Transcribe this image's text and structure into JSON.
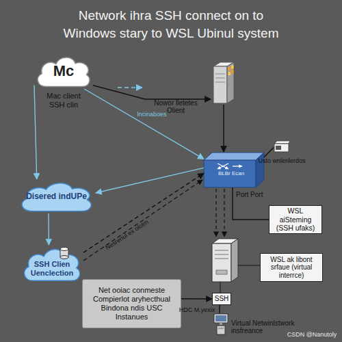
{
  "diagram": {
    "title": "Network ihra SSH connect on to Windows stary to WSL Ubinul system",
    "nodes": [
      {
        "text": [
          "Mc",
          "Mac client SSH clin"
        ]
      },
      {
        "text": [
          "Nowor lletetes Olient"
        ]
      },
      {
        "text": [
          "BLBr Ecan",
          "Port Port"
        ]
      },
      {
        "text": [
          "Usto wnlenlerdos"
        ]
      },
      {
        "text": [
          "Disered indUPe"
        ]
      },
      {
        "text": [
          "WSL aiSteming (SSH ufaks)"
        ]
      },
      {
        "text": [
          "SSH Clien Uenclection"
        ]
      },
      {
        "text": [
          "WSL ak libont srfaue (virtual interrce)"
        ]
      },
      {
        "text": [
          "Net ooiac conmeste Compierlot aryhecthual Bindona ndis USC Instanues"
        ]
      },
      {
        "text": [
          "SSH"
        ]
      },
      {
        "text": [
          "Virtual Netwinlstwork insfreance"
        ]
      }
    ],
    "edges": [
      {
        "from": 0,
        "to": 1,
        "arrow": "to"
      },
      {
        "from": 1,
        "to": 2,
        "arrow": "to"
      },
      {
        "from": 0,
        "to": 2,
        "label": "lncinaboes",
        "arrow": "to"
      },
      {
        "from": 2,
        "to": 3,
        "arrow": "none"
      },
      {
        "from": 2,
        "to": 4,
        "arrow": "to"
      },
      {
        "from": 0,
        "to": 4,
        "arrow": "to"
      },
      {
        "from": 4,
        "to": 6,
        "arrow": "to"
      },
      {
        "from": 6,
        "to": 2,
        "label": "Nesrenul ex olotm",
        "arrow": "to"
      },
      {
        "from": 2,
        "to": 5,
        "arrow": "none"
      },
      {
        "from": 8,
        "to": 9,
        "label": "HDC M.yexix",
        "arrow": "to"
      },
      {
        "from": 9,
        "to": 10,
        "arrow": "none"
      }
    ],
    "labels": [
      "CSDN @Nanutoly"
    ]
  }
}
